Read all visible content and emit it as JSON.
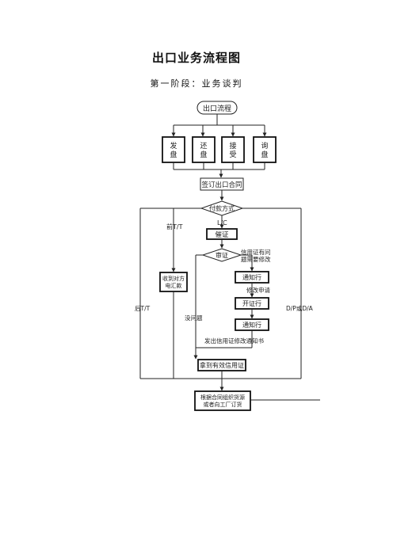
{
  "page": {
    "title": "出口业务流程图",
    "stage_title": "第一阶段：业务谈判"
  },
  "nodes": {
    "start": "出口流程",
    "inquiry_1": "发盘",
    "inquiry_2": "还盘",
    "inquiry_3": "接受",
    "inquiry_4": "询盘",
    "sign_contract": "签订出口合同",
    "payment_method": "付款方式",
    "urge_lc": "催证",
    "review": "审证",
    "issuing_bank": "通知行",
    "amend_lc": "开证行",
    "notify_bank": "通知行",
    "receive_payment": "收到对方电汇款",
    "receive_lc": "拿到有效信用证",
    "purchase": "根据合同组织货源或者向工厂订货"
  },
  "labels": {
    "prepay_tt": "前T/T",
    "lc": "L/C",
    "has_problem": "信用证有问题需要修改",
    "apply_amend": "修改申请",
    "no_problem": "没问题",
    "send_notice": "发出信用证修改通知书",
    "post_tt": "后T/T",
    "dp_da": "D/P或D/A"
  }
}
